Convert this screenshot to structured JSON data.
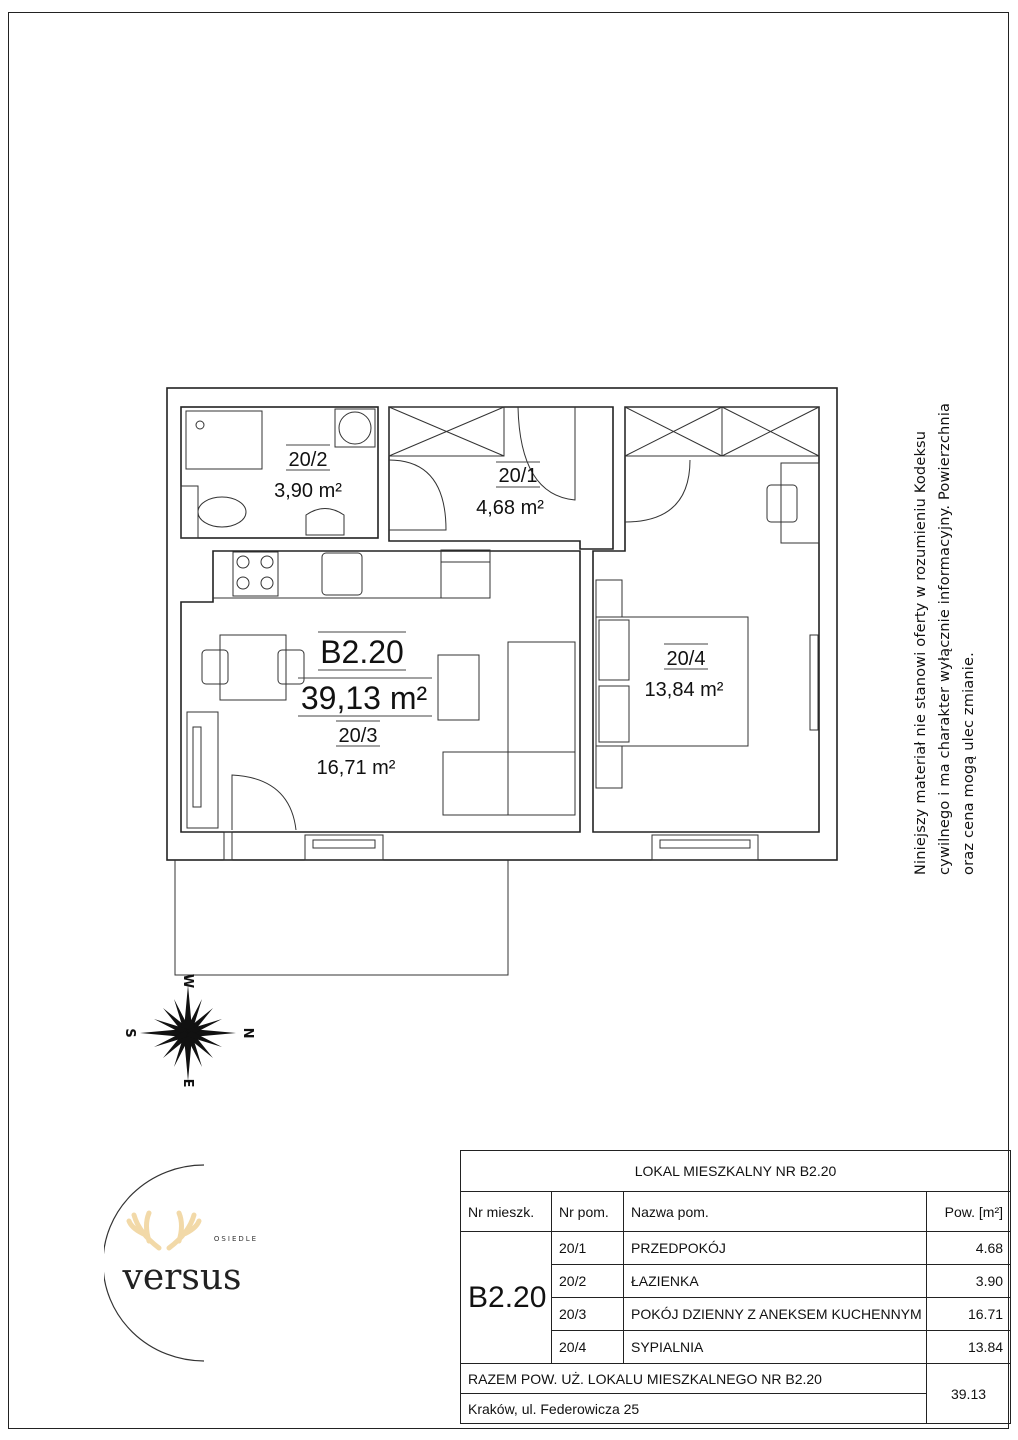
{
  "plan": {
    "rooms": [
      {
        "no": "20/2",
        "area": "3,90 m²"
      },
      {
        "no": "20/1",
        "area": "4,68 m²"
      },
      {
        "no": "20/3",
        "area": "16,71 m²"
      },
      {
        "no": "20/4",
        "area": "13,84 m²"
      }
    ],
    "unit_id": "B2.20",
    "unit_area": "39,13 m²"
  },
  "compass": {
    "n": "N",
    "s": "S",
    "e": "E",
    "w": "W"
  },
  "disclaimer": [
    "Niniejszy materiał nie stanowi oferty w rozumieniu Kodeksu",
    "cywilnego i ma charakter wyłącznie informacyjny. Powierzchnia",
    "oraz cena mogą ulec zmianie."
  ],
  "logo": {
    "small": "OSIEDLE",
    "name": "versus",
    "accent": "#f2d9a8"
  },
  "table": {
    "title": "LOKAL MIESZKALNY NR B2.20",
    "headers": [
      "Nr mieszk.",
      "Nr pom.",
      "Nazwa pom.",
      "Pow. [m²]"
    ],
    "unit": "B2.20",
    "rows": [
      {
        "no": "20/1",
        "name": "PRZEDPOKÓJ",
        "area": "4.68"
      },
      {
        "no": "20/2",
        "name": "ŁAZIENKA",
        "area": "3.90"
      },
      {
        "no": "20/3",
        "name": "POKÓJ DZIENNY Z ANEKSEM KUCHENNYM",
        "area": "16.71"
      },
      {
        "no": "20/4",
        "name": "SYPIALNIA",
        "area": "13.84"
      }
    ],
    "total_label": "RAZEM POW. UŻ. LOKALU MIESZKALNEGO NR B2.20",
    "address": "Kraków, ul. Federowicza 25",
    "total": "39.13"
  }
}
